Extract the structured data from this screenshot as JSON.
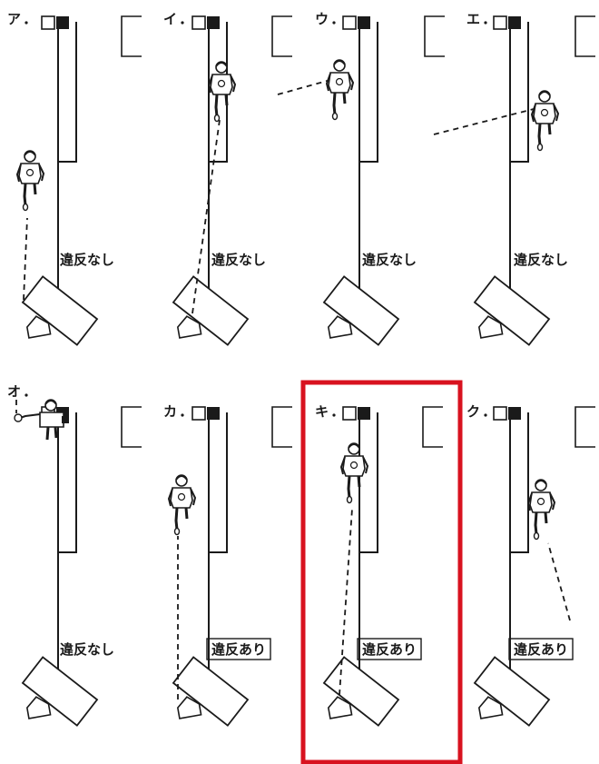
{
  "panels": [
    {
      "id": "a",
      "label": "ア",
      "verdict": "違反なし",
      "violation": false
    },
    {
      "id": "i",
      "label": "イ",
      "verdict": "違反なし",
      "violation": false
    },
    {
      "id": "u",
      "label": "ウ",
      "verdict": "違反なし",
      "violation": false
    },
    {
      "id": "e",
      "label": "エ",
      "verdict": "違反なし",
      "violation": false
    },
    {
      "id": "o",
      "label": "オ",
      "verdict": "違反なし",
      "violation": false
    },
    {
      "id": "ka",
      "label": "カ",
      "verdict": "違反あり",
      "violation": true
    },
    {
      "id": "ki",
      "label": "キ",
      "verdict": "違反あり",
      "violation": true,
      "highlighted": true
    },
    {
      "id": "ku",
      "label": "ク",
      "verdict": "違反あり",
      "violation": true
    }
  ],
  "colors": {
    "line": "#1a1a1a",
    "highlight": "#d8121f",
    "background": "#ffffff"
  }
}
